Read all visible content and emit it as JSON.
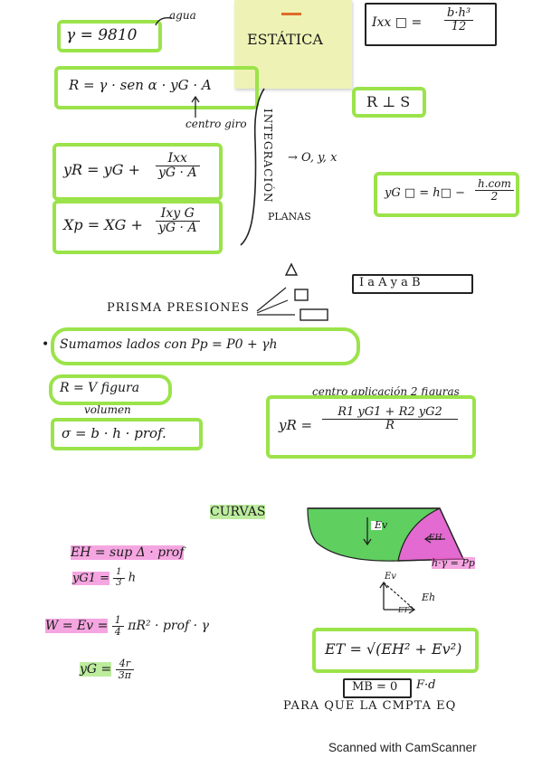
{
  "note": {
    "title": "ESTÁTICA",
    "gamma": "γ = 9810",
    "gamma_label": "agua",
    "ixx": {
      "left": "Ixx □ =",
      "num": "b·h³",
      "den": "12"
    },
    "resultant": "R = γ · sen α · yG · A",
    "centro_giro": "centro giro",
    "r_perp_s": "R ⊥ S",
    "integracion": "INTEGRACIÓN",
    "axes": "→ O, y, x",
    "planas": "PLANAS",
    "yr": {
      "left": "yR = yG +",
      "num": "Ixx",
      "den": "yG · A"
    },
    "xp": {
      "left": "Xp = XG +",
      "num": "Ixy G",
      "den": "yG · A"
    },
    "yg_rect": {
      "left": "yG □ = h□ −",
      "num": "h.com",
      "den": "2"
    },
    "i_a_a_b": "I a A y a B",
    "prisma": "PRISMA PRESIONES",
    "bullet": "•",
    "sumamos": "Sumamos lados con Pp = P0 + γh",
    "r_volumen": "R = V figura",
    "volumen": "volumen",
    "sigma": "σ = b · h · prof.",
    "centro_aplic": "centro aplicación 2 figuras",
    "yr2": {
      "left": "yR =",
      "num": "R1 yG1 + R2 yG2",
      "den": "R"
    },
    "curvas": "CURVAS",
    "eh": "EH = sup Δ · prof",
    "yg1": {
      "left": "yG1 =",
      "num": "1",
      "den": "3",
      "right": "h"
    },
    "w": {
      "left": "W = Ev =",
      "num": "1",
      "den": "4",
      "right": "πR² · prof · γ"
    },
    "yg": {
      "left": "yG =",
      "num": "4r",
      "den": "3π"
    },
    "ev": "Ev",
    "eh_small": "EH",
    "et_small": "ET",
    "ev2": "Ev",
    "eh2": "Eh",
    "hgp": "h·γ = Pp",
    "et": "ET = √(EH² + Ev²)",
    "mb": "MB = 0",
    "fod": "F·d",
    "para": "PARA QUE LA CMPTA EQ"
  },
  "footer": {
    "scanner": "Scanned with CamScanner"
  }
}
